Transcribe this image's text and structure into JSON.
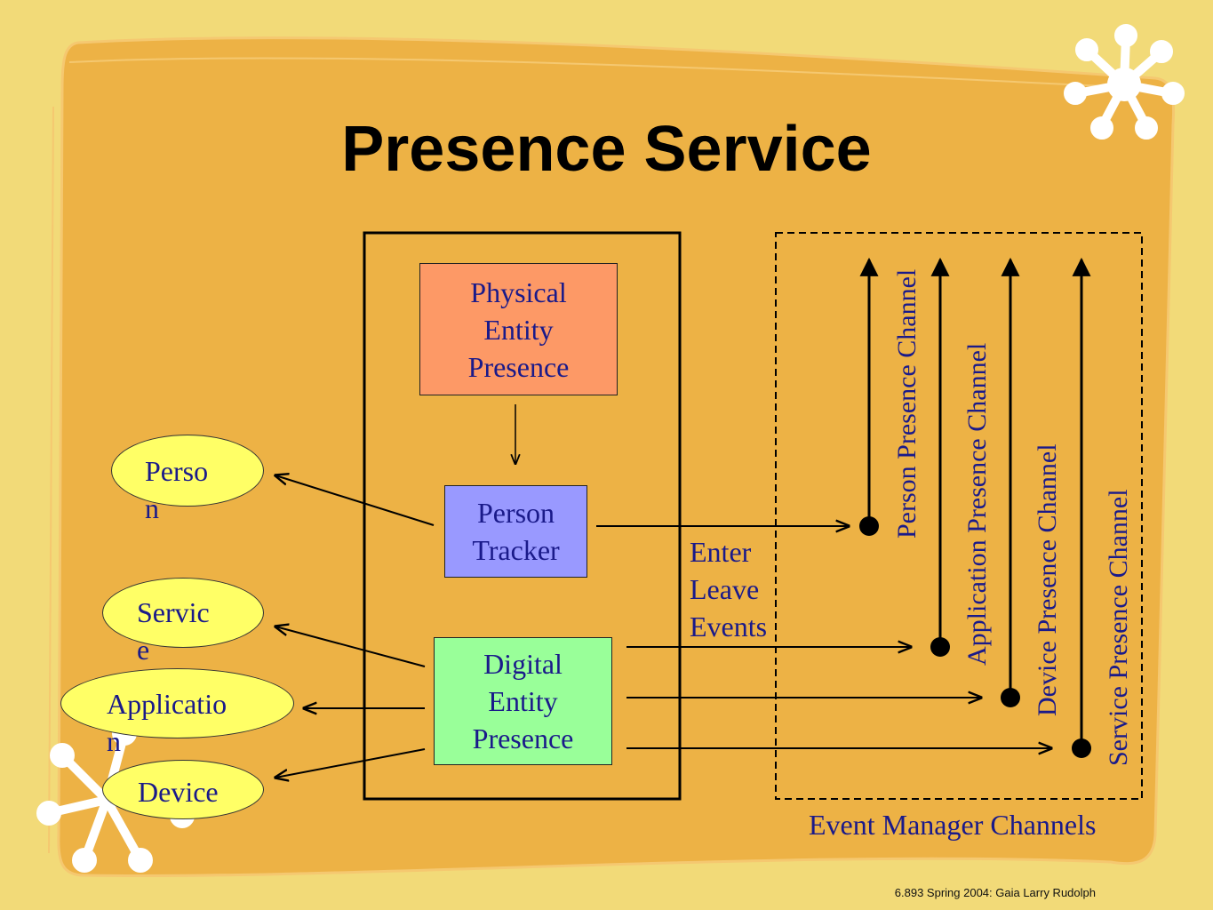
{
  "title": "Presence Service",
  "boxes": {
    "physical": "Physical\nEntity\nPresence",
    "tracker": "Person\nTracker",
    "digital": "Digital\nEntity\nPresence"
  },
  "entities": {
    "person": "Person",
    "service": "Service",
    "application": "Application",
    "device": "Device"
  },
  "events_label": "Enter\nLeave\nEvents",
  "channels": {
    "person": "Person Presence Channel",
    "application": "Application Presence Channel",
    "device": "Device Presence Channel",
    "service": "Service Presence Channel"
  },
  "event_manager_label": "Event Manager Channels",
  "footer": "6.893 Spring 2004: Gaia  Larry Rudolph",
  "colors": {
    "background": "#f2da78",
    "panel": "#edb245",
    "physical_box": "#fd9966",
    "tracker_box": "#9999ff",
    "digital_box": "#99ff99",
    "entity_ellipse": "#ffff66",
    "text": "#1a1a8a"
  }
}
